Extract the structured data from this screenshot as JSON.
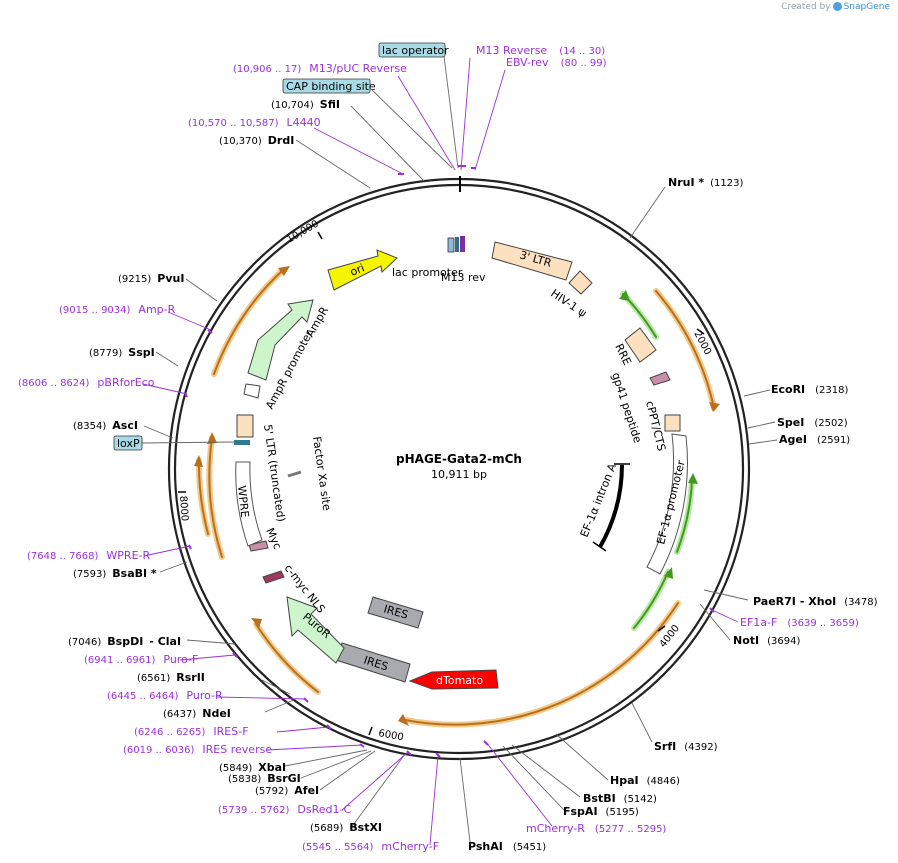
{
  "branding": {
    "created_by": "Created by",
    "brand": "SnapGene"
  },
  "plasmid": {
    "name": "pHAGE-Gata2-mCh",
    "size_label": "10,911 bp",
    "total_bp": 10911
  },
  "colors": {
    "backbone": "#222222",
    "primer": "#9b30d9",
    "enzyme_text": "#000000",
    "ori": "#f5f500",
    "ampr": "#ccf5cc",
    "ltr": "#fde0c0",
    "ires": "#a8aab0",
    "dtomato": "#ff0000",
    "puror": "#ccf5cc",
    "orange_arc": "#e8952a",
    "green_arc": "#4caf2a",
    "tag_box": "#a9dbe6"
  },
  "ticks": [
    {
      "label": "2000",
      "bp": 2000
    },
    {
      "label": "4000",
      "bp": 4000
    },
    {
      "label": "6000",
      "bp": 6000
    },
    {
      "label": "8000",
      "bp": 8000
    },
    {
      "label": "10,000",
      "bp": 10000
    }
  ],
  "enzymes_right": [
    {
      "name": "NruI *",
      "pos": "(1123)"
    },
    {
      "name": "EcoRI",
      "pos": "(2318)"
    },
    {
      "name": "SpeI",
      "pos": "(2502)"
    },
    {
      "name": "AgeI",
      "pos": "(2591)"
    },
    {
      "name": "PaeR7I",
      "sep": "- XhoI",
      "pos": "(3478)"
    },
    {
      "name": "NotI",
      "pos": "(3694)"
    },
    {
      "name": "SrfI",
      "pos": "(4392)"
    },
    {
      "name": "HpaI",
      "pos": "(4846)"
    },
    {
      "name": "BstBI",
      "pos": "(5142)"
    },
    {
      "name": "FspAI",
      "pos": "(5195)"
    },
    {
      "name": "PshAI",
      "pos": "(5451)"
    }
  ],
  "enzymes_left": [
    {
      "name": "SfiI",
      "pos": "(10,704)"
    },
    {
      "name": "DrdI",
      "pos": "(10,370)"
    },
    {
      "name": "PvuI",
      "pos": "(9215)"
    },
    {
      "name": "SspI",
      "pos": "(8779)"
    },
    {
      "name": "AscI",
      "pos": "(8354)"
    },
    {
      "name": "BsaBI *",
      "pos": "(7593)"
    },
    {
      "name": "BspDI",
      "sep": "- ClaI",
      "pos": "(7046)"
    },
    {
      "name": "RsrII",
      "pos": "(6561)"
    },
    {
      "name": "NdeI",
      "pos": "(6437)"
    },
    {
      "name": "XbaI",
      "pos": "(5849)"
    },
    {
      "name": "BsrGI",
      "pos": "(5838)"
    },
    {
      "name": "AfeI",
      "pos": "(5792)"
    },
    {
      "name": "BstXI",
      "pos": "(5689)"
    }
  ],
  "primers": [
    {
      "name": "M13 Reverse",
      "range": "(14 .. 30)"
    },
    {
      "name": "EBV-rev",
      "range": "(80 .. 99)"
    },
    {
      "name": "M13/pUC Reverse",
      "range": "(10,906 .. 17)"
    },
    {
      "name": "L4440",
      "range": "(10,570 .. 10,587)"
    },
    {
      "name": "Amp-R",
      "range": "(9015 .. 9034)"
    },
    {
      "name": "pBRforEco",
      "range": "(8606 .. 8624)"
    },
    {
      "name": "WPRE-R",
      "range": "(7648 .. 7668)"
    },
    {
      "name": "Puro-F",
      "range": "(6941 .. 6961)"
    },
    {
      "name": "Puro-R",
      "range": "(6445 .. 6464)"
    },
    {
      "name": "IRES-F",
      "range": "(6246 .. 6265)"
    },
    {
      "name": "IRES reverse",
      "range": "(6019 .. 6036)"
    },
    {
      "name": "DsRed1-C",
      "range": "(5739 .. 5762)"
    },
    {
      "name": "mCherry-F",
      "range": "(5545 .. 5564)"
    },
    {
      "name": "mCherry-R",
      "range": "(5277 .. 5295)"
    },
    {
      "name": "EF1a-F",
      "range": "(3639 .. 3659)"
    }
  ],
  "tag_boxes": [
    "lac operator",
    "CAP binding site",
    "loxP"
  ],
  "features": {
    "ori": "ori",
    "ampr": "AmpR",
    "ampr_promoter": "AmpR promoter",
    "lac_promoter": "lac promoter",
    "m13_rev": "M13 rev",
    "ltr3": "3' LTR",
    "hiv_psi": "HIV-1 ψ",
    "rre": "RRE",
    "gp41": "gp41 peptide",
    "cppt": "cPPT/CTS",
    "ef1a_intron": "EF-1α intron A",
    "ef1a_promoter": "EF-1α promoter",
    "dtomato": "dTomato",
    "ires1": "IRES",
    "ires2": "IRES",
    "puror": "PuroR",
    "cmyc_nls": "c-myc NLS",
    "myc": "Myc",
    "wpre": "WPRE",
    "ltr5": "5' LTR (truncated)",
    "factor_xa": "Factor Xa site"
  }
}
